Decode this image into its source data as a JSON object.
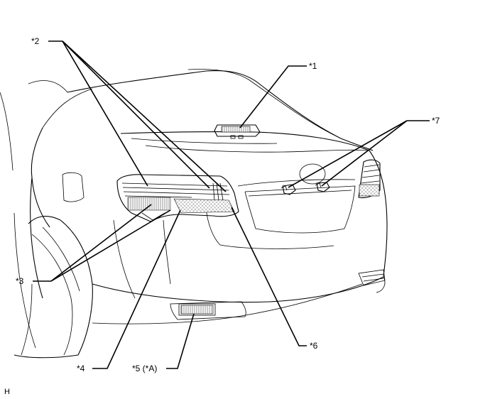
{
  "callouts": {
    "c1": "*1",
    "c2": "*2",
    "c3": "*3",
    "c4": "*4",
    "c5": "*5 (*A)",
    "c6": "*6",
    "c7": "*7"
  },
  "figure_code": "H"
}
